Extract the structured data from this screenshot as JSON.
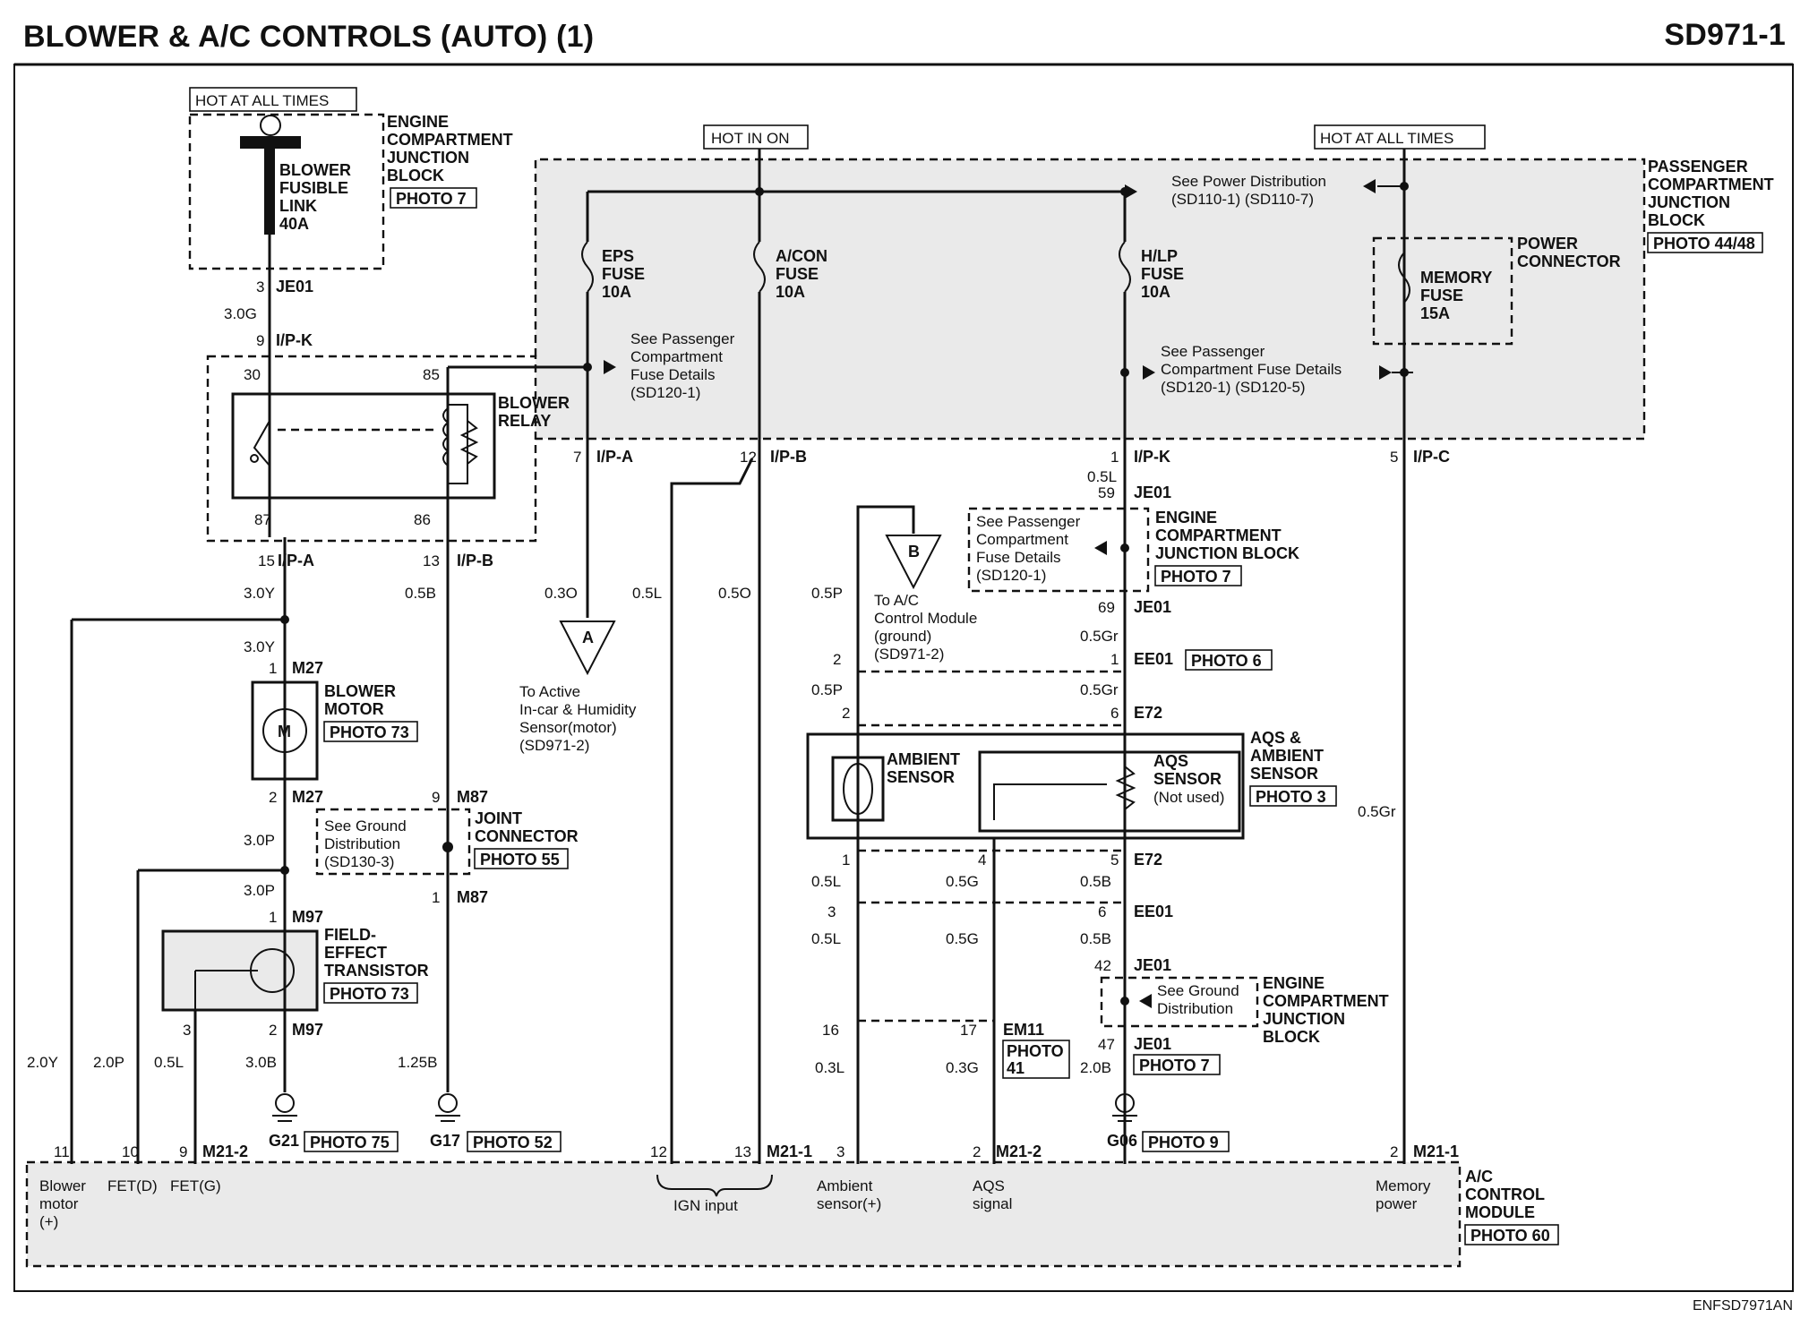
{
  "header": {
    "title": "BLOWER & A/C CONTROLS (AUTO) (1)",
    "code": "SD971-1"
  },
  "footer_code": "ENFSD7971AN",
  "power": {
    "hot_all_times_left": "HOT AT ALL TIMES",
    "hot_in_on": "HOT IN ON",
    "hot_all_times_right": "HOT AT ALL TIMES"
  },
  "engine_jb_top": {
    "l1": "ENGINE",
    "l2": "COMPARTMENT",
    "l3": "JUNCTION",
    "l4": "BLOCK",
    "photo": "PHOTO 7"
  },
  "blower_link": {
    "l1": "BLOWER",
    "l2": "FUSIBLE",
    "l3": "LINK",
    "l4": "40A"
  },
  "passenger_jb": {
    "l1": "PASSENGER",
    "l2": "COMPARTMENT",
    "l3": "JUNCTION",
    "l4": "BLOCK",
    "photo": "PHOTO 44/48"
  },
  "power_connector": {
    "l1": "POWER",
    "l2": "CONNECTOR"
  },
  "fuses": {
    "eps": {
      "l1": "EPS",
      "l2": "FUSE",
      "l3": "10A"
    },
    "acon": {
      "l1": "A/CON",
      "l2": "FUSE",
      "l3": "10A"
    },
    "hlp": {
      "l1": "H/LP",
      "l2": "FUSE",
      "l3": "10A"
    },
    "memory": {
      "l1": "MEMORY",
      "l2": "FUSE",
      "l3": "15A"
    }
  },
  "refs": {
    "power_dist": {
      "l1": "See Power Distribution",
      "l2": "(SD110-1) (SD110-7)"
    },
    "pass_fuse_left": {
      "l1": "See Passenger",
      "l2": "Compartment",
      "l3": "Fuse Details",
      "l4": "(SD120-1)"
    },
    "pass_fuse_right": {
      "l1": "See Passenger",
      "l2": "Compartment Fuse Details",
      "l3": "(SD120-1) (SD120-5)"
    },
    "pass_fuse_mid": {
      "l1": "See Passenger",
      "l2": "Compartment",
      "l3": "Fuse Details",
      "l4": "(SD120-1)"
    },
    "ground_dist_left": {
      "l1": "See Ground",
      "l2": "Distribution",
      "l3": "(SD130-3)"
    },
    "ground_dist_right": {
      "l1": "See Ground",
      "l2": "Distribution"
    },
    "to_active": {
      "l1": "To Active",
      "l2": "In-car & Humidity",
      "l3": "Sensor(motor)",
      "l4": "(SD971-2)"
    },
    "to_ac_module": {
      "l1": "To A/C",
      "l2": "Control Module",
      "l3": "(ground)",
      "l4": "(SD971-2)"
    }
  },
  "blower_relay": {
    "l1": "BLOWER",
    "l2": "RELAY",
    "pin30": "30",
    "pin85": "85",
    "pin87": "87",
    "pin86": "86"
  },
  "blower_motor": {
    "l1": "BLOWER",
    "l2": "MOTOR",
    "photo": "PHOTO 73",
    "symbol": "M"
  },
  "fet": {
    "l1": "FIELD-",
    "l2": "EFFECT",
    "l3": "TRANSISTOR",
    "photo": "PHOTO 73"
  },
  "joint_connector": {
    "l1": "JOINT",
    "l2": "CONNECTOR",
    "photo": "PHOTO 55"
  },
  "engine_jb_mid": {
    "l1": "ENGINE",
    "l2": "COMPARTMENT",
    "l3": "JUNCTION BLOCK",
    "photo": "PHOTO 7"
  },
  "engine_jb_low": {
    "l1": "ENGINE",
    "l2": "COMPARTMENT",
    "l3": "JUNCTION",
    "l4": "BLOCK"
  },
  "aqs": {
    "l1": "AQS &",
    "l2": "AMBIENT",
    "l3": "SENSOR",
    "photo": "PHOTO 3",
    "ambient1": "AMBIENT",
    "ambient2": "SENSOR",
    "aqs1": "AQS",
    "aqs2": "SENSOR",
    "aqs3": "(Not used)"
  },
  "ac_module": {
    "l1": "A/C",
    "l2": "CONTROL",
    "l3": "MODULE",
    "photo": "PHOTO 60",
    "blower_motor": [
      "Blower",
      "motor",
      "(+)"
    ],
    "fetd": "FET(D)",
    "fetg": "FET(G)",
    "ign": "IGN input",
    "ambient": [
      "Ambient",
      "sensor(+)"
    ],
    "aqs_sig": [
      "AQS",
      "signal"
    ],
    "memory": [
      "Memory",
      "power"
    ]
  },
  "connectors": {
    "je01": "JE01",
    "ipk": "I/P-K",
    "ipa": "I/P-A",
    "ipb": "I/P-B",
    "ipc": "I/P-C",
    "m27": "M27",
    "m97": "M97",
    "m87": "M87",
    "e72": "E72",
    "ee01": "EE01",
    "em11": "EM11",
    "m21_1": "M21-1",
    "m21_2": "M21-2",
    "g21": "G21",
    "g17": "G17",
    "g06": "G06"
  },
  "photos": {
    "p7": "PHOTO 7",
    "p6": "PHOTO 6",
    "p75": "PHOTO 75",
    "p52": "PHOTO 52",
    "p9": "PHOTO 9",
    "p41a": "PHOTO",
    "p41b": "41"
  },
  "wire_labels": {
    "w30G": "3.0G",
    "w30Y_a": "3.0Y",
    "w30Y_b": "3.0Y",
    "w05B_a": "0.5B",
    "w03O": "0.3O",
    "w05L_a": "0.5L",
    "w05O": "0.5O",
    "w05P_a": "0.5P",
    "w05P_b": "0.5P",
    "w05L_b": "0.5L",
    "w05Gr_a": "0.5Gr",
    "w05Gr_b": "0.5Gr",
    "w05Gr_c": "0.5Gr",
    "w30P_a": "3.0P",
    "w30P_b": "3.0P",
    "w30B": "3.0B",
    "w125B": "1.25B",
    "w20Y": "2.0Y",
    "w20P": "2.0P",
    "w05L_c": "0.5L",
    "w05L_d": "0.5L",
    "w05L_e": "0.5L",
    "w05G_a": "0.5G",
    "w05G_b": "0.5G",
    "w05B_b": "0.5B",
    "w05B_c": "0.5B",
    "w03L": "0.3L",
    "w03G": "0.3G",
    "w20B": "2.0B"
  },
  "pin_numbers": {
    "p3": "3",
    "p9": "9",
    "p7": "7",
    "p12": "12",
    "p1": "1",
    "p5": "5",
    "p15": "15",
    "p13": "13",
    "p59": "59",
    "p69": "69",
    "p2": "2",
    "p1b": "1",
    "p6": "6",
    "p2m27": "2",
    "p1m27": "1",
    "p9m87": "9",
    "p1m87": "1",
    "p1m97": "1",
    "p3fet": "3",
    "p2fet": "2",
    "p1e72": "1",
    "p4e72": "4",
    "p5e72": "5",
    "p3ee": "3",
    "p6ee": "6",
    "p42": "42",
    "p16": "16",
    "p17": "17",
    "p47": "47",
    "p11": "11",
    "p10": "10",
    "p9m": "9",
    "p12m": "12",
    "p13m": "13",
    "p3m": "3",
    "p2m": "2",
    "p2mm": "2",
    "p2ee": "2",
    "p1ee": "1",
    "p2e72": "2",
    "p6e72": "6"
  },
  "markers": {
    "a": "A",
    "b": "B"
  }
}
